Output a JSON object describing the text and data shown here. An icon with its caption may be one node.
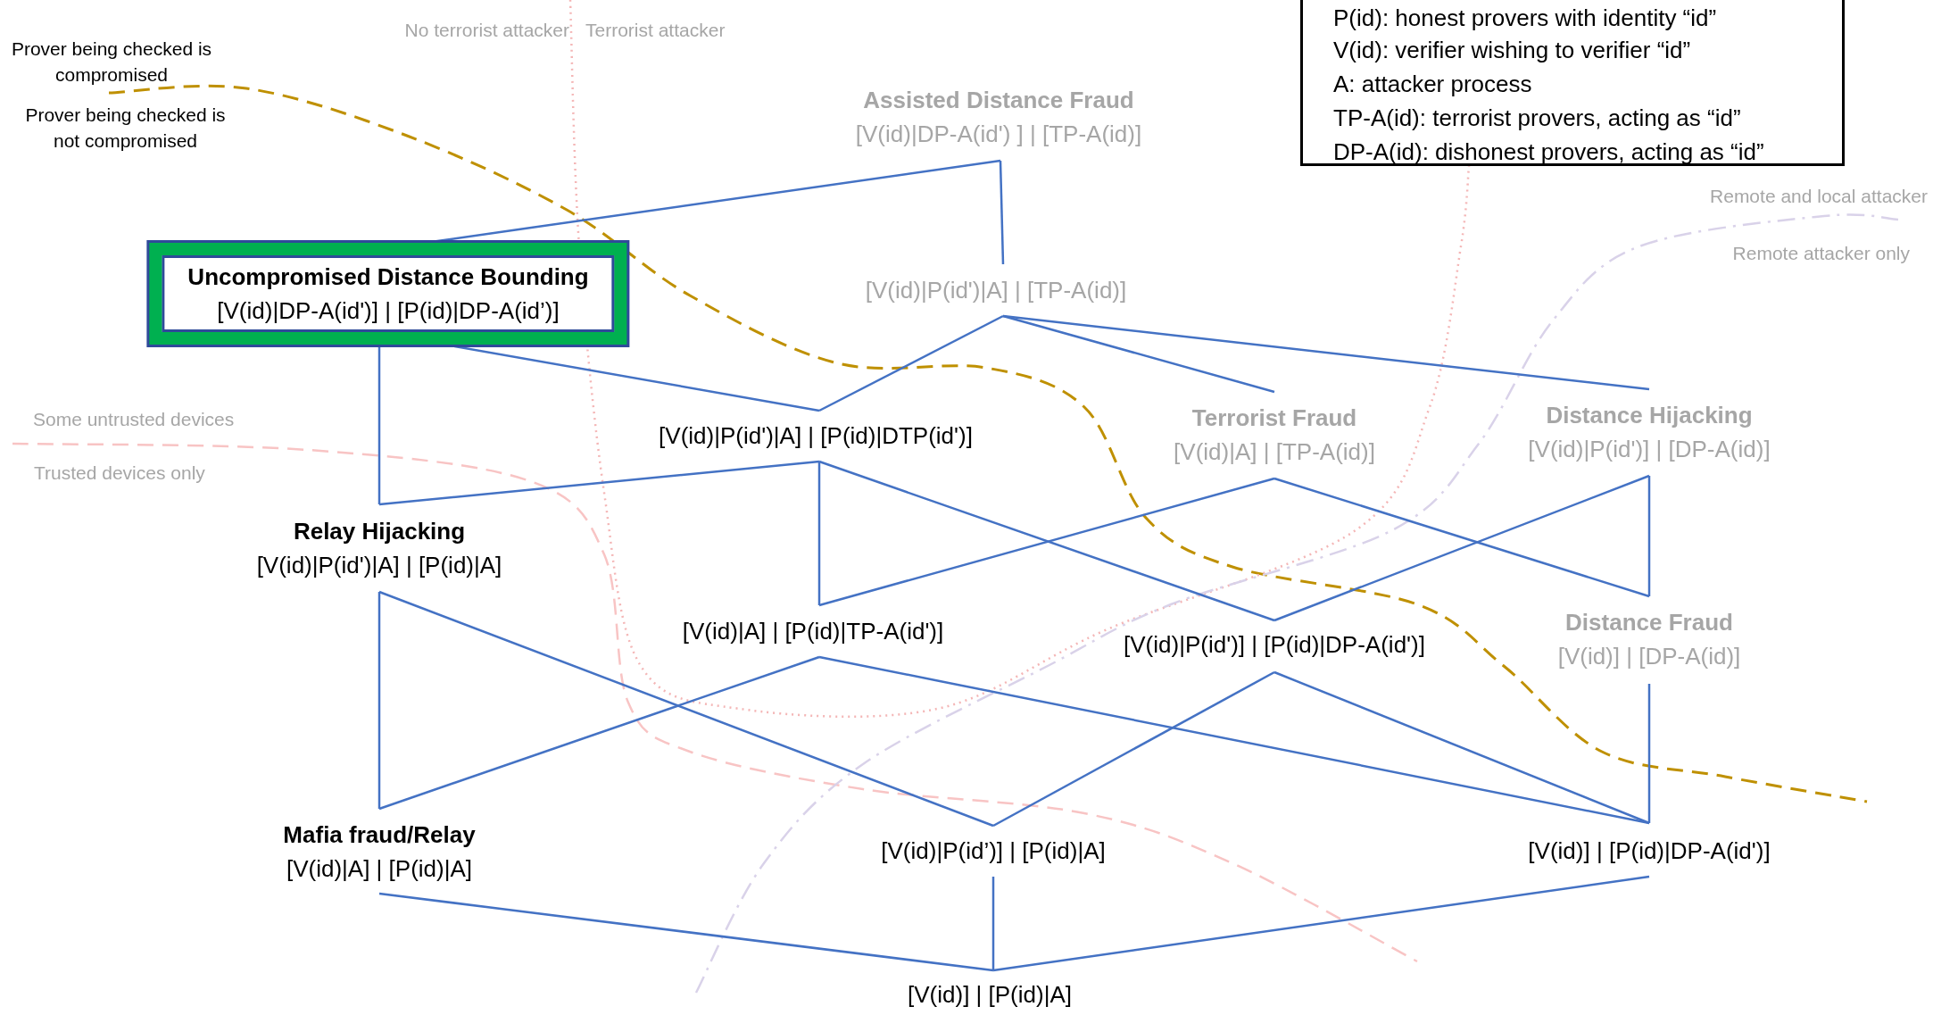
{
  "diagram": {
    "nodes": [
      {
        "text": [
          "Assisted Distance Fraud",
          "[V(id)|DP-A(id')  ] | [TP-A(id)]"
        ]
      },
      {
        "text": [
          "Uncompromised Distance Bounding",
          "[V(id)|DP-A(id')] | [P(id)|DP-A(id’)]"
        ]
      },
      {
        "text": [
          "[V(id)|P(id')|A] | [TP-A(id)]"
        ]
      },
      {
        "text": [
          "[V(id)|P(id')|A] | [P(id)|DTP(id')]"
        ]
      },
      {
        "text": [
          "Terrorist Fraud",
          "[V(id)|A] | [TP-A(id)]"
        ]
      },
      {
        "text": [
          "Distance Hijacking",
          "[V(id)|P(id')] | [DP-A(id)]"
        ]
      },
      {
        "text": [
          "Relay Hijacking",
          "[V(id)|P(id')|A] | [P(id)|A]"
        ]
      },
      {
        "text": [
          "[V(id)|A] | [P(id)|TP-A(id')]"
        ]
      },
      {
        "text": [
          "[V(id)|P(id')] | [P(id)|DP-A(id')]"
        ]
      },
      {
        "text": [
          "Distance Fraud",
          "[V(id)] | [DP-A(id)]"
        ]
      },
      {
        "text": [
          "Mafia fraud/Relay",
          "[V(id)|A] | [P(id)|A]"
        ]
      },
      {
        "text": [
          "[V(id)|P(id’)] | [P(id)|A]"
        ]
      },
      {
        "text": [
          "[V(id)] | [P(id)|DP-A(id')]"
        ]
      },
      {
        "text": [
          "[V(id)] | [P(id)|A]"
        ]
      }
    ],
    "edges": [
      {
        "from": 0,
        "to": 1,
        "arrow": "none"
      },
      {
        "from": 0,
        "to": 2,
        "arrow": "none"
      },
      {
        "from": 1,
        "to": 3,
        "arrow": "none"
      },
      {
        "from": 1,
        "to": 6,
        "arrow": "none"
      },
      {
        "from": 2,
        "to": 3,
        "arrow": "none"
      },
      {
        "from": 2,
        "to": 4,
        "arrow": "none"
      },
      {
        "from": 2,
        "to": 5,
        "arrow": "none"
      },
      {
        "from": 3,
        "to": 6,
        "arrow": "none"
      },
      {
        "from": 3,
        "to": 7,
        "arrow": "none"
      },
      {
        "from": 3,
        "to": 8,
        "arrow": "none"
      },
      {
        "from": 4,
        "to": 7,
        "arrow": "none"
      },
      {
        "from": 4,
        "to": 9,
        "arrow": "none"
      },
      {
        "from": 5,
        "to": 8,
        "arrow": "none"
      },
      {
        "from": 5,
        "to": 9,
        "arrow": "none"
      },
      {
        "from": 6,
        "to": 10,
        "arrow": "none"
      },
      {
        "from": 6,
        "to": 11,
        "arrow": "none"
      },
      {
        "from": 7,
        "to": 10,
        "arrow": "none"
      },
      {
        "from": 7,
        "to": 12,
        "arrow": "none"
      },
      {
        "from": 8,
        "to": 11,
        "arrow": "none"
      },
      {
        "from": 8,
        "to": 12,
        "arrow": "none"
      },
      {
        "from": 9,
        "to": 12,
        "arrow": "none"
      },
      {
        "from": 10,
        "to": 13,
        "arrow": "none"
      },
      {
        "from": 11,
        "to": 13,
        "arrow": "none"
      },
      {
        "from": 12,
        "to": 13,
        "arrow": "none"
      }
    ],
    "labels": [
      "No terrorist attacker",
      "Terrorist attacker",
      "Prover being checked is compromised",
      "Prover being checked is not compromised",
      "P(id): honest provers with identity “id”",
      "V(id): verifier wishing to verifier “id”",
      "A: attacker process",
      "TP-A(id): terrorist provers, acting as “id”",
      "DP-A(id): dishonest provers, acting as “id”",
      "Remote and local attacker",
      "Remote attacker only",
      "Some untrusted devices",
      "Trusted devices only"
    ]
  }
}
